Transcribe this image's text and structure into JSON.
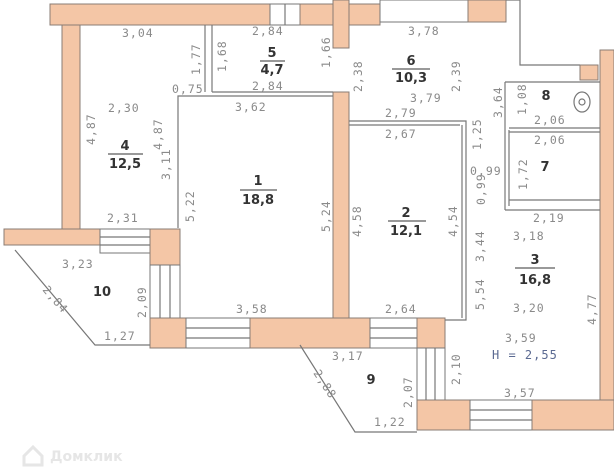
{
  "rooms": [
    {
      "number": "1",
      "area": "18,8"
    },
    {
      "number": "2",
      "area": "12,1"
    },
    {
      "number": "3",
      "area": "16,8"
    },
    {
      "number": "4",
      "area": "12,5"
    },
    {
      "number": "5",
      "area": "4,7"
    },
    {
      "number": "6",
      "area": "10,3"
    },
    {
      "number": "7"
    },
    {
      "number": "8"
    },
    {
      "number": "9"
    },
    {
      "number": "10"
    }
  ],
  "dims": {
    "d304": "3,04",
    "d284a": "2,84",
    "d284b": "2,84",
    "d177": "1,77",
    "d168": "1,68",
    "d166": "1,66",
    "d075": "0,75",
    "d362": "3,62",
    "d230": "2,30",
    "d487a": "4,87",
    "d487b": "4,87",
    "d311": "3,11",
    "d522": "5,22",
    "d231": "2,31",
    "d378": "3,78",
    "d238": "2,38",
    "d239": "2,39",
    "d379": "3,79",
    "d279": "2,79",
    "d267": "2,67",
    "d364": "3,64",
    "d108": "1,08",
    "d206a": "2,06",
    "d206b": "2,06",
    "d125": "1,25",
    "d099a": "0,99",
    "d099b": "0,99",
    "d172": "1,72",
    "d219": "2,19",
    "d318": "3,18",
    "d524": "5,24",
    "d458": "4,58",
    "d454": "4,54",
    "d344": "3,44",
    "d554": "5,54",
    "d320": "3,20",
    "d359": "3,59",
    "d477": "4,77",
    "d323": "3,23",
    "d284c": "2,84",
    "d209": "2,09",
    "d127": "1,27",
    "d358": "3,58",
    "d264": "2,64",
    "d317": "3,17",
    "d288": "2,88",
    "d207": "2,07",
    "d210": "2,10",
    "d122": "1,22",
    "d357": "3,57"
  },
  "height_label": "H = 2,55",
  "watermark": "Домклик"
}
